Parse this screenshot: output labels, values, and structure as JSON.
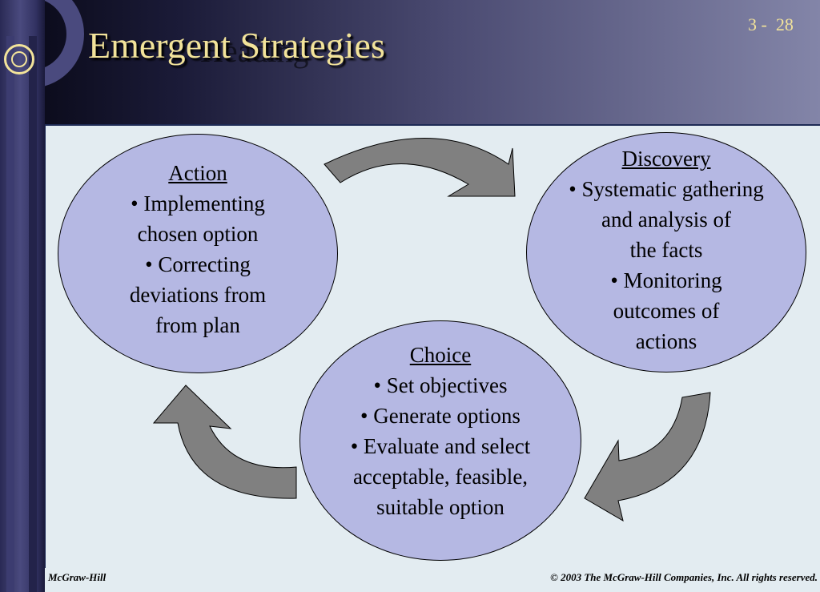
{
  "slide": {
    "title": "Emergent Strategies",
    "title_ghost": "Heading",
    "number": "3 -  28"
  },
  "diagram": {
    "action": {
      "heading": "Action",
      "lines": [
        "• Implementing",
        "chosen option",
        "• Correcting",
        "deviations from",
        "from plan"
      ]
    },
    "discovery": {
      "heading": "Discovery",
      "lines": [
        "• Systematic gathering",
        "and analysis of",
        "the facts",
        "• Monitoring",
        "outcomes of",
        "actions"
      ]
    },
    "choice": {
      "heading": "Choice",
      "lines": [
        "• Set objectives",
        "• Generate options",
        "• Evaluate and select",
        "acceptable, feasible,",
        "suitable option"
      ]
    },
    "arrow_color": "#808080",
    "bubble_color": "#b5b8e3"
  },
  "footer": {
    "publisher": "McGraw-Hill",
    "copyright": "© 2003 The McGraw-Hill Companies, Inc. All rights reserved."
  },
  "theme": {
    "title_color": "#f2e39a",
    "content_bg": "#e3ecf1"
  }
}
